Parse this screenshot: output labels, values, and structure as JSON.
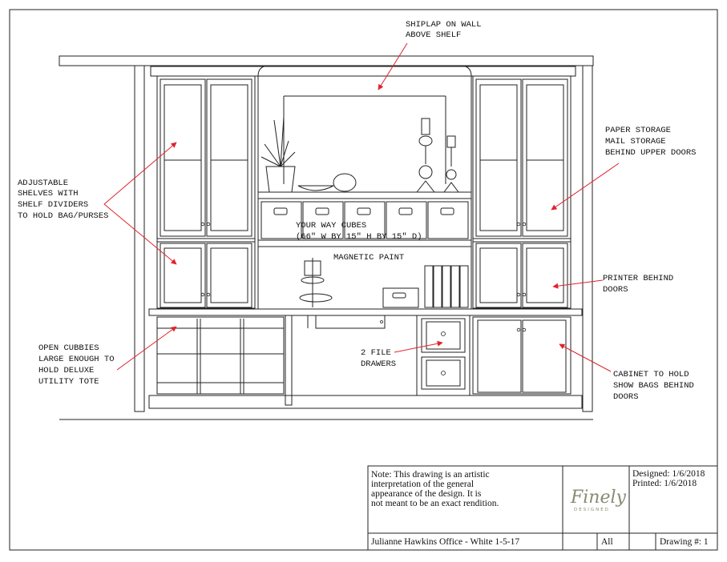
{
  "annotations": {
    "shiplap": [
      "SHIPLAP ON WALL",
      "ABOVE SHELF"
    ],
    "adjustable": [
      "ADJUSTABLE",
      "SHELVES WITH",
      "SHELF DIVIDERS",
      "TO HOLD BAG/PURSES"
    ],
    "paper": [
      "PAPER STORAGE",
      "MAIL STORAGE",
      "BEHIND UPPER DOORS"
    ],
    "cubes": [
      "YOUR WAY CUBES",
      "(66\" W BY 15\" H BY 15\" D)"
    ],
    "magnetic": "MAGNETIC PAINT",
    "printer": [
      "PRINTER BEHIND",
      "DOORS"
    ],
    "cubbies": [
      "OPEN CUBBIES",
      "LARGE ENOUGH TO",
      "HOLD DELUXE",
      "UTILITY TOTE"
    ],
    "drawers": [
      "2 FILE",
      "DRAWERS"
    ],
    "cabinet": [
      "CABINET TO HOLD",
      "SHOW BAGS BEHIND",
      "DOORS"
    ]
  },
  "title_block": {
    "note": [
      "Note: This drawing is an artistic",
      "interpretation of the general",
      "appearance of the design. It is",
      "not meant to be an exact rendition."
    ],
    "logo_text": "Finely",
    "logo_sub": "DESIGNED",
    "designed": "Designed: 1/6/2018",
    "printed": "Printed: 1/6/2018",
    "project": "Julianne Hawkins Office - White 1-5-17",
    "scope": "All",
    "drawing_no": "Drawing #: 1"
  },
  "colors": {
    "line": "#222222",
    "arrow": "#e0222c",
    "logo": "#8a8a74"
  }
}
